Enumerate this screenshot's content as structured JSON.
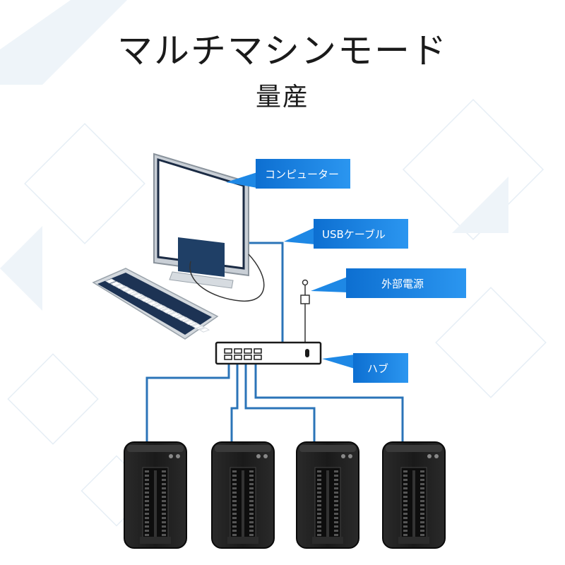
{
  "header": {
    "title": "マルチマシンモード",
    "subtitle": "量産"
  },
  "callouts": [
    {
      "id": "computer",
      "label": "コンピューター"
    },
    {
      "id": "usb",
      "label": "USBケーブル"
    },
    {
      "id": "power",
      "label": "外部電源"
    },
    {
      "id": "hub",
      "label": "ハブ"
    }
  ],
  "programmers": [
    {
      "id": "programmer-1"
    },
    {
      "id": "programmer-2"
    },
    {
      "id": "programmer-3"
    },
    {
      "id": "programmer-4"
    }
  ],
  "colors": {
    "callout": "#1e88e5",
    "cable": "#2b74b8",
    "device": "#1c1c1c",
    "zif_socket": "#0d0d0d"
  }
}
